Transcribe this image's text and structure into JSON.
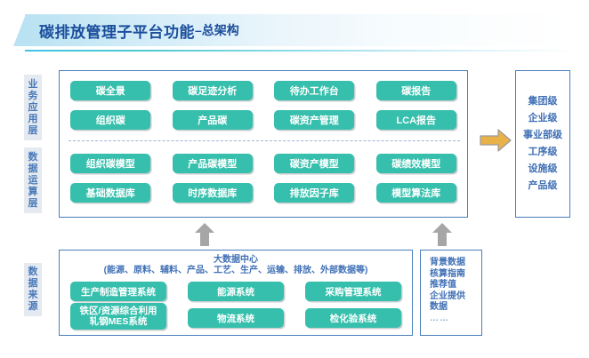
{
  "title": {
    "main": "碳排放管理子平台功能",
    "separator": "–",
    "sub": "总架构"
  },
  "layers": [
    {
      "name": "business",
      "label": "业务应用层",
      "chars": [
        "业",
        "务",
        "应",
        "用",
        "层"
      ]
    },
    {
      "name": "compute",
      "label": "数据运算层",
      "chars": [
        "数",
        "据",
        "运",
        "算",
        "层"
      ]
    },
    {
      "name": "source",
      "label": "数据来源",
      "chars": [
        "数",
        "据",
        "来",
        "源"
      ]
    }
  ],
  "application_layer": {
    "row1": [
      "碳全景",
      "碳足迹分析",
      "待办工作台",
      "碳报告"
    ],
    "row2": [
      "组织碳",
      "产品碳",
      "碳资产管理",
      "LCA报告"
    ]
  },
  "compute_layer": {
    "row1": [
      "组织碳模型",
      "产品碳模型",
      "碳资产模型",
      "碳绩效模型"
    ],
    "row2": [
      "基础数据库",
      "时序数据库",
      "排放因子库",
      "模型算法库"
    ]
  },
  "levels": {
    "items": [
      "集团级",
      "企业级",
      "事业部级",
      "工序级",
      "设施级",
      "产品级"
    ]
  },
  "data_center": {
    "title": "大数据中心",
    "subtitle": "(能源、原料、辅料、产品、工艺、生产、运输、排放、外部数据等)",
    "row1": [
      "生产制造管理系统",
      "能源系统",
      "采购管理系统"
    ],
    "row2_line1": "铁区/资源综合利用",
    "row2_line2": "轧钢MES系统",
    "row2_rest": [
      "物流系统",
      "检化验系统"
    ]
  },
  "reference_data": {
    "lines": [
      "背景数据",
      "核算指南",
      "推荐值",
      "企业提供",
      "数据"
    ],
    "dots": "……"
  },
  "colors": {
    "pill_teal": "#35bfac",
    "border_blue": "#4a7ebb",
    "text_blue": "#3f6fb5",
    "title_blue": "#1b4e9b",
    "arrow_orange": "#e8b14a",
    "arrow_gray": "#a6a6a6",
    "layer_label_bg": "#e4eaf0"
  }
}
